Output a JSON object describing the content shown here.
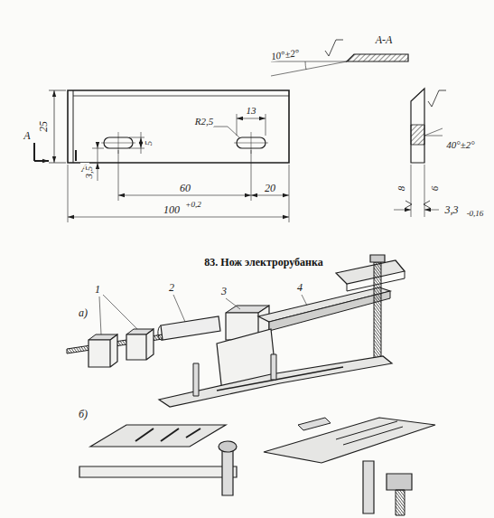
{
  "diagram": {
    "caption": "83. Нож электрорубанка",
    "labels": [
      "А-А",
      "10°±2°",
      "25",
      "А",
      "А",
      "5",
      "13",
      "R2,5",
      "3,5",
      "60",
      "20",
      "100",
      "+0,2",
      "40°±2°",
      "8",
      "6",
      "3,3",
      "-0,16",
      "1",
      "2",
      "3",
      "4",
      "а)",
      "б)"
    ]
  }
}
